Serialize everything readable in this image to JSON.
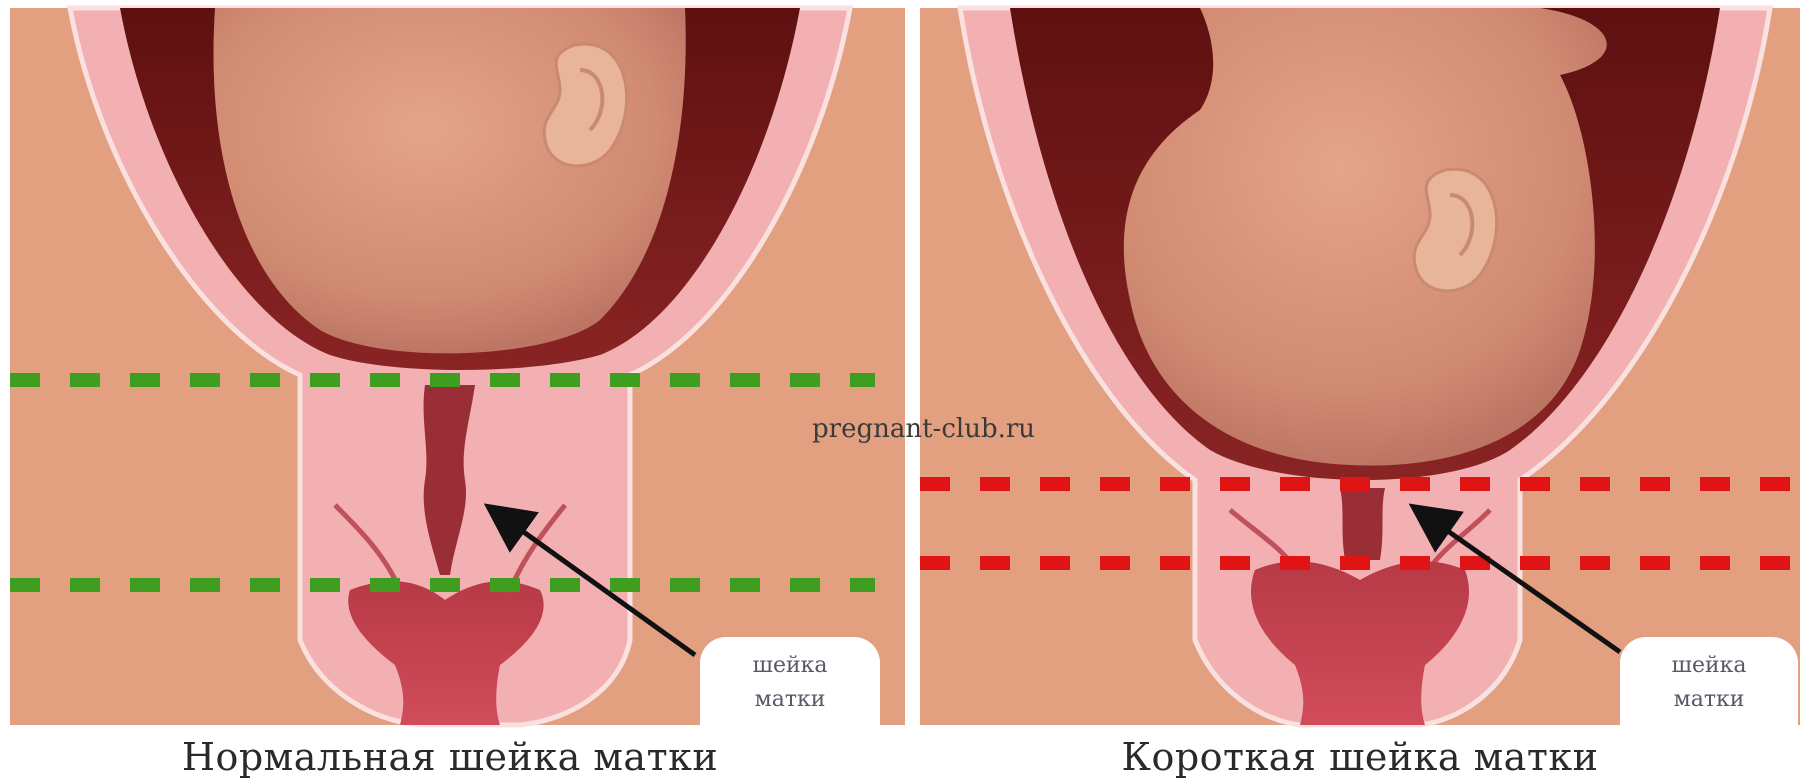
{
  "figure": {
    "watermark": "pregnant-club.ru",
    "left_panel": {
      "caption": "Нормальная шейка матки",
      "callout_line1": "шейка",
      "callout_line2": "матки"
    },
    "right_panel": {
      "caption": "Короткая шейка матки",
      "callout_line1": "шейка",
      "callout_line2": "матки"
    }
  },
  "colors": {
    "background_tissue": "#e2a080",
    "uterine_wall": "#f3b0b2",
    "cavity_dark": "#6f1818",
    "fetal_head": "#d8927a",
    "cervical_canal": "#9a2e36",
    "vagina": "#c8424e",
    "normal_marker": "#3f9e1f",
    "short_marker": "#e01414",
    "arrow": "#111111"
  }
}
